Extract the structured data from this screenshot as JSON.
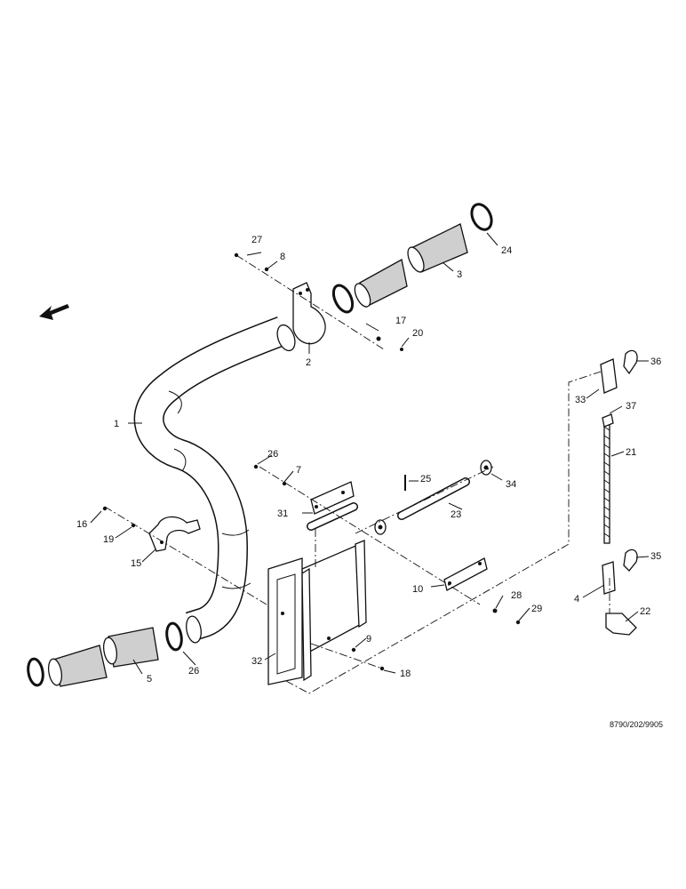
{
  "diagram": {
    "reference_code": "8790/202/9905",
    "labels": {
      "1": "1",
      "2": "2",
      "3": "3",
      "4": "4",
      "5": "5",
      "7": "7",
      "8": "8",
      "9": "9",
      "10": "10",
      "15": "15",
      "16": "16",
      "17": "17",
      "18": "18",
      "19": "19",
      "20": "20",
      "21": "21",
      "22": "22",
      "23": "23",
      "24": "24",
      "25": "25",
      "26a": "26",
      "26b": "26",
      "27": "27",
      "28": "28",
      "29": "29",
      "31": "31",
      "32": "32",
      "33": "33",
      "34": "34",
      "35": "35",
      "36": "36",
      "37": "37"
    }
  }
}
